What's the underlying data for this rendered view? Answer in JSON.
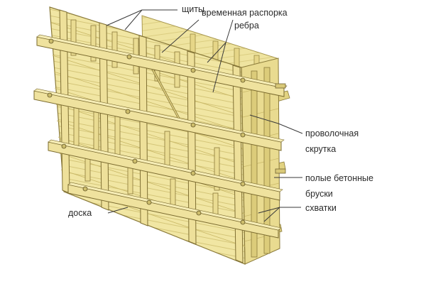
{
  "labels": {
    "shields": "щиты",
    "temp_brace": "временная распорка",
    "ribs": "ребра",
    "wire_twist_1": "проволочная",
    "wire_twist_2": "скрутка",
    "hollow_bars_1": "полые бетонные",
    "hollow_bars_2": "бруски",
    "clamps": "схватки",
    "board": "доска"
  },
  "colors": {
    "wood_light": "#f2e8a6",
    "wood_mid": "#e7d98b",
    "wood_dark": "#cbb767",
    "edge": "#8a7a3a",
    "text": "#2b2b2b"
  }
}
